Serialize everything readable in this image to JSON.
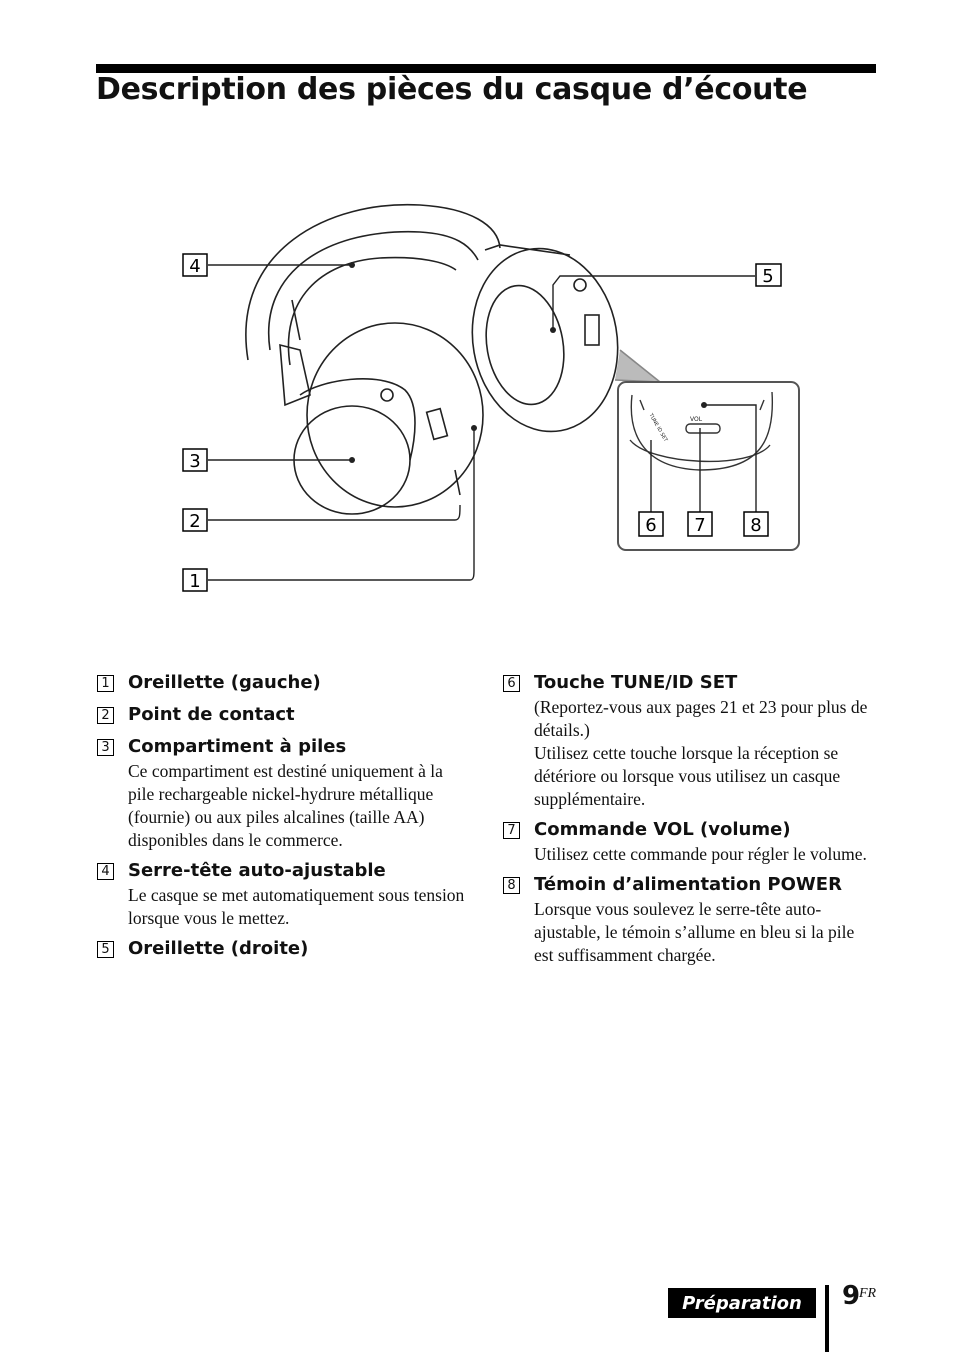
{
  "page": {
    "title": "Description des pièces du casque d’écoute",
    "section_label": "Préparation",
    "page_number": "9",
    "page_suffix": "FR"
  },
  "figure": {
    "callouts": [
      "1",
      "2",
      "3",
      "4",
      "5",
      "6",
      "7",
      "8"
    ],
    "inset_text": {
      "vol": "VOL",
      "tune": "TUNE ID SET"
    }
  },
  "items_left": [
    {
      "num": "1",
      "title": "Oreillette (gauche)",
      "desc": ""
    },
    {
      "num": "2",
      "title": "Point de contact",
      "desc": ""
    },
    {
      "num": "3",
      "title": "Compartiment à piles",
      "desc": "Ce compartiment est destiné uniquement à la pile rechargeable nickel-hydrure métallique (fournie) ou aux piles alcalines (taille AA) disponibles dans le commerce."
    },
    {
      "num": "4",
      "title": "Serre-tête auto-ajustable",
      "desc": "Le casque se met automatiquement sous tension lorsque vous le mettez."
    },
    {
      "num": "5",
      "title": "Oreillette (droite)",
      "desc": ""
    }
  ],
  "items_right": [
    {
      "num": "6",
      "title": "Touche TUNE/ID SET",
      "desc": "(Reportez-vous aux pages 21 et 23 pour plus de détails.)",
      "desc2": "Utilisez cette touche lorsque la réception se détériore ou lorsque vous utilisez un casque supplémentaire."
    },
    {
      "num": "7",
      "title": "Commande VOL (volume)",
      "desc": "Utilisez cette commande pour régler le volume.",
      "desc2": ""
    },
    {
      "num": "8",
      "title": "Témoin d’alimentation POWER",
      "desc": "Lorsque vous soulevez le serre-tête auto-ajustable, le témoin s’allume en bleu si la pile est suffisamment chargée.",
      "desc2": ""
    }
  ]
}
